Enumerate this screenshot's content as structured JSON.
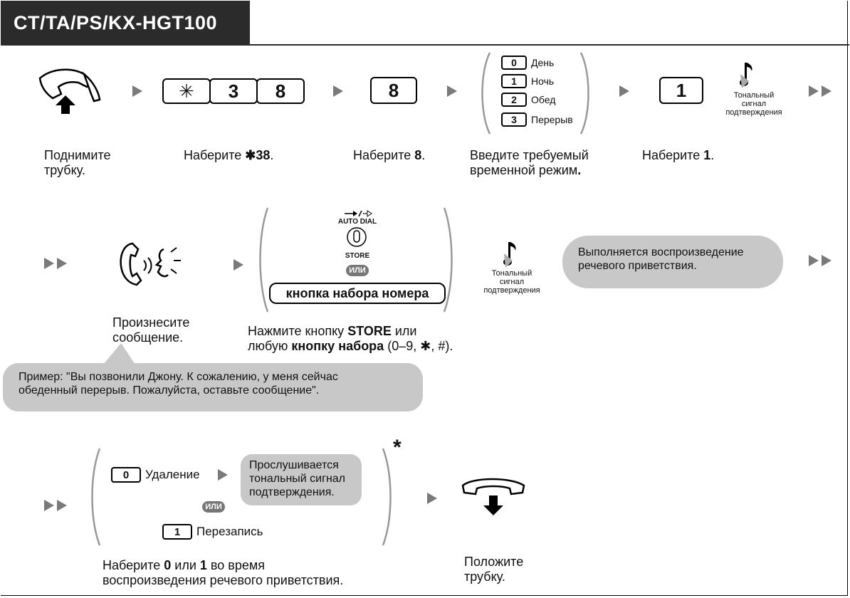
{
  "header": {
    "title": "CT/TA/PS/KX-HGT100"
  },
  "row1": {
    "keys_star38": [
      "✳",
      "3",
      "8"
    ],
    "key_8": "8",
    "mode_options": [
      {
        "key": "0",
        "label": "День"
      },
      {
        "key": "1",
        "label": "Ночь"
      },
      {
        "key": "2",
        "label": "Обед"
      },
      {
        "key": "3",
        "label": "Перерыв"
      }
    ],
    "key_1": "1",
    "tone_text": "Тональный\nсигнал\nподтверждения",
    "captions": {
      "lift": "Поднимите\nтрубку.",
      "dial38_prefix": "Наберите ",
      "dial38_code": "✱38",
      "dial38_suffix": ".",
      "dial8_prefix": "Наберите ",
      "dial8_code": "8",
      "dial8_suffix": ".",
      "mode_line1": "Введите требуемый",
      "mode_line2": "временной режим",
      "mode_suffix": ".",
      "dial1_prefix": "Наберите ",
      "dial1_code": "1",
      "dial1_suffix": "."
    }
  },
  "row2": {
    "autodial_label": "AUTO DIAL",
    "store_label": "STORE",
    "ili": "ИЛИ",
    "dial_button": "кнопка набора номера",
    "tone_text": "Тональный\nсигнал\nподтверждения",
    "playback_bubble": "Выполняется воспроизведение\nречевого приветствия.",
    "captions": {
      "speak": "Произнесите\nсообщение.",
      "press_p1": "Нажмите кнопку ",
      "press_store": "STORE",
      "press_p2": " или",
      "press_p3": "любую ",
      "press_bold": "кнопку набора",
      "press_p4": " (0–9, ✱, #)."
    },
    "example_bubble": "Пример: \"Вы позвонили Джону. К сожалению, у меня сейчас\nобеденный перерыв. Пожалуйста, оставьте сообщение\"."
  },
  "row3": {
    "key_0": "0",
    "delete_label": "Удаление",
    "confirm_bubble": "Прослушивается\nтональный сигнал\nподтверждения.",
    "ili": "ИЛИ",
    "key_1": "1",
    "rerecord_label": "Перезапись",
    "asterisk": "*",
    "captions": {
      "dial_p1": "Наберите ",
      "dial_b1": "0",
      "dial_p2": " или ",
      "dial_b2": "1",
      "dial_p3": " во время",
      "dial_line2": "воспроизведения речевого приветствия.",
      "hangup": "Положите\nтрубку."
    }
  },
  "colors": {
    "header_bg": "#2b2b2b",
    "arrow": "#7a7a7a",
    "bubble": "#c8c8c8",
    "ili": "#777777"
  }
}
